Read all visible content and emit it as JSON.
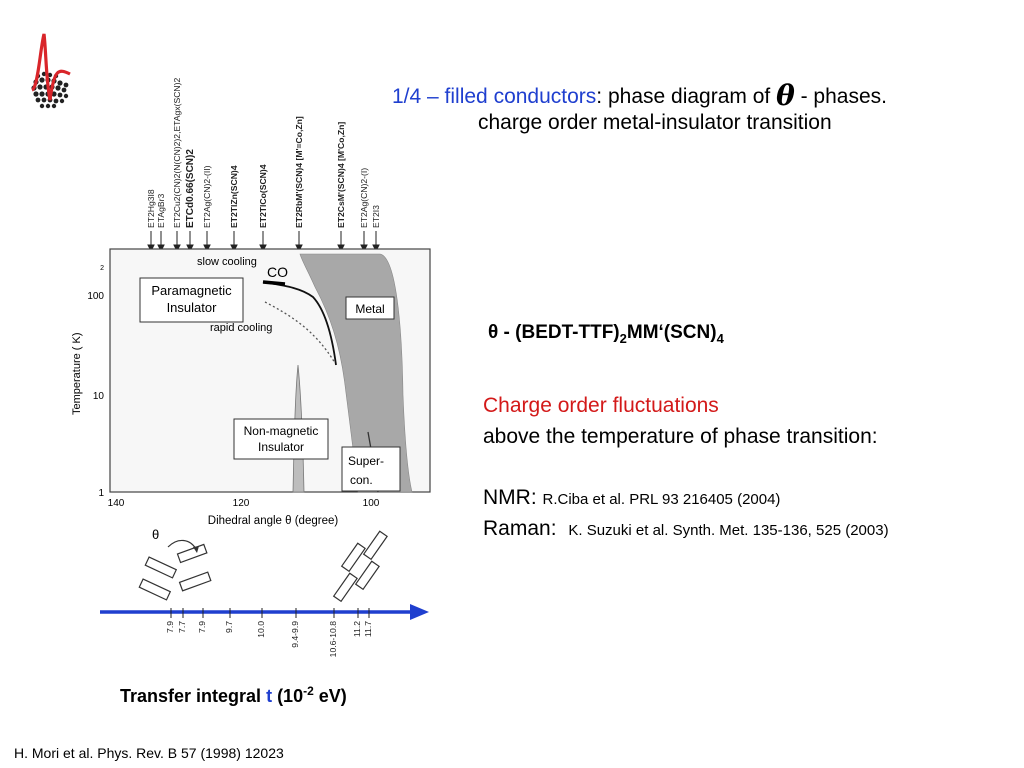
{
  "title": {
    "highlight": "1/4 – filled conductors",
    "rest_before": ": phase diagram of ",
    "theta_symbol": "θ",
    "rest_after": " - phases.",
    "line2": "charge order metal-insulator transition"
  },
  "formula": {
    "theta": "θ",
    "dash": " - (BEDT-TTF)",
    "sub1": "2",
    "mid": "MM‘(SCN)",
    "sub2": "4"
  },
  "body": {
    "co_fluctuations": "Charge order fluctuations",
    "above_transition": "above the temperature of phase transition:",
    "nmr_label": "NMR: ",
    "nmr_ref": "R.Ciba et al. PRL 93 216405 (2004)",
    "raman_label": "Raman: ",
    "raman_ref": "K. Suzuki et al. Synth. Met. 135-136, 525 (2003)"
  },
  "figure": {
    "compounds": [
      {
        "label": "ET2Hg3I8",
        "bold": false
      },
      {
        "label": "ETAgBr3",
        "bold": false
      },
      {
        "label": "ET2Cu2(CN)2(N(CN)2)2,ETAgx(SCN)2",
        "bold": false
      },
      {
        "label": "ETCd0.66(SCN)2",
        "bold": true
      },
      {
        "label": "ET2Ag(CN)2-(II)",
        "bold": false
      },
      {
        "label": "ET2TlZn(SCN)4",
        "bold": true
      },
      {
        "label": "ET2TlCo(SCN)4",
        "bold": true
      },
      {
        "label": "ET2RbM'(SCN)4 [M'=Co,Zn]",
        "bold": true
      },
      {
        "label": "ET2CsM'(SCN)4 [M'Co,Zn]",
        "bold": true
      },
      {
        "label": "ET2Ag(CN)2-(I)",
        "bold": false
      },
      {
        "label": "ET2I3",
        "bold": false
      }
    ],
    "phase_labels": {
      "slow_cooling": "slow cooling",
      "co": "CO",
      "paramagnetic_insulator": [
        "Paramagnetic",
        "Insulator"
      ],
      "rapid_cooling": "rapid cooling",
      "metal": "Metal",
      "nonmagnetic_insulator": [
        "Non-magnetic",
        "Insulator"
      ],
      "superconductor": [
        "Super-",
        "con."
      ]
    },
    "y_axis": {
      "label": "Temperature ( K)",
      "ticks": [
        "100",
        "10",
        "1"
      ],
      "minor_2": "2"
    },
    "x_axis": {
      "label": "Dihedral angle  θ  (degree)",
      "ticks": [
        "140",
        "120",
        "100"
      ]
    },
    "theta_label": "θ",
    "transfer_values": [
      "7.9",
      "7.7",
      "7.9",
      "9.7",
      "10.0",
      "9.4-9.9",
      "10.6-10.8",
      "11.2",
      "11.7"
    ],
    "transfer_label": {
      "prefix": "Transfer integral ",
      "t": "t",
      "paren_open": " (10",
      "exp": "-2",
      "paren_close": " eV)"
    }
  },
  "citation": "H. Mori et al. Phys. Rev. B 57 (1998) 12023",
  "colors": {
    "title_blue": "#1f3fcf",
    "co_red": "#d31919",
    "arrow_blue": "#1f3fcf",
    "metal_gray": "#a8a8a8",
    "logo_red": "#d9252a"
  }
}
